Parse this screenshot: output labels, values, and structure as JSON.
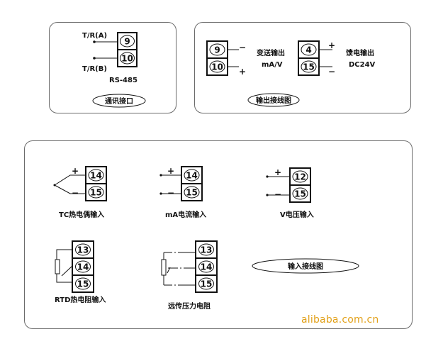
{
  "comm": {
    "label_a": "T/R(A)",
    "label_b": "T/R(B)",
    "terminals": [
      "9",
      "10"
    ],
    "protocol": "RS-485",
    "caption": "通讯接口"
  },
  "output": {
    "left_terminals": [
      "9",
      "10"
    ],
    "left_label_1": "变送输出",
    "left_label_2": "mA/V",
    "right_terminals": [
      "4",
      "15"
    ],
    "right_label_1": "馈电输出",
    "right_label_2": "DC24V",
    "caption": "输出接线图",
    "plus": "+",
    "minus": "−"
  },
  "input": {
    "tc": {
      "terminals": [
        "14",
        "15"
      ],
      "caption": "TC热电偶输入"
    },
    "ma": {
      "terminals": [
        "14",
        "15"
      ],
      "caption": "mA电流输入"
    },
    "v": {
      "terminals": [
        "12",
        "15"
      ],
      "caption": "V电压输入"
    },
    "rtd": {
      "terminals": [
        "13",
        "14",
        "15"
      ],
      "caption": "RTD热电阻输入"
    },
    "remote": {
      "terminals": [
        "13",
        "14",
        "15"
      ],
      "caption": "远传压力电阻"
    },
    "caption": "输入接线图",
    "plus": "+",
    "minus": "−"
  },
  "watermark": "alibaba.com.cn"
}
